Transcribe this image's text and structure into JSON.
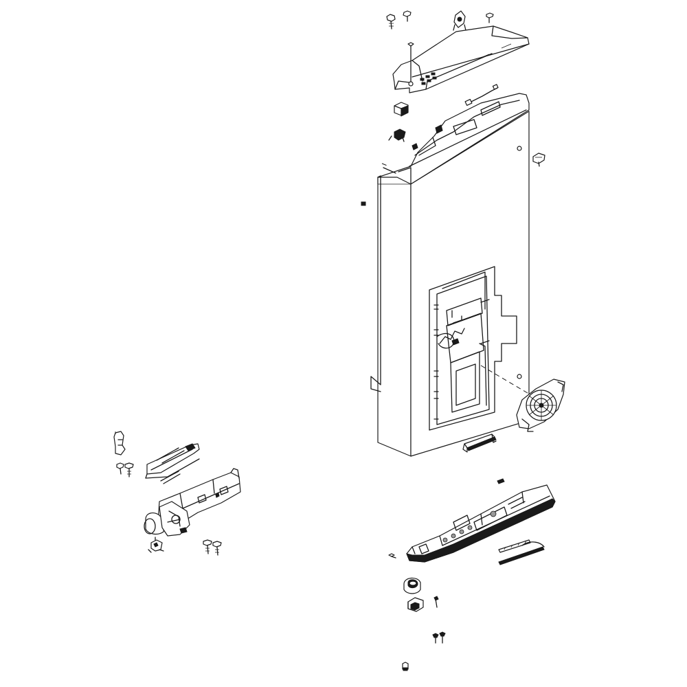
{
  "diagram": {
    "type": "exploded-parts-diagram",
    "background": "#ffffff",
    "line_color": "#1a1a1a",
    "assemblies": [
      "top-cover",
      "door-panel",
      "dispenser-cover",
      "dispenser-mechanism",
      "lower-dispenser-housing",
      "fasteners"
    ]
  }
}
